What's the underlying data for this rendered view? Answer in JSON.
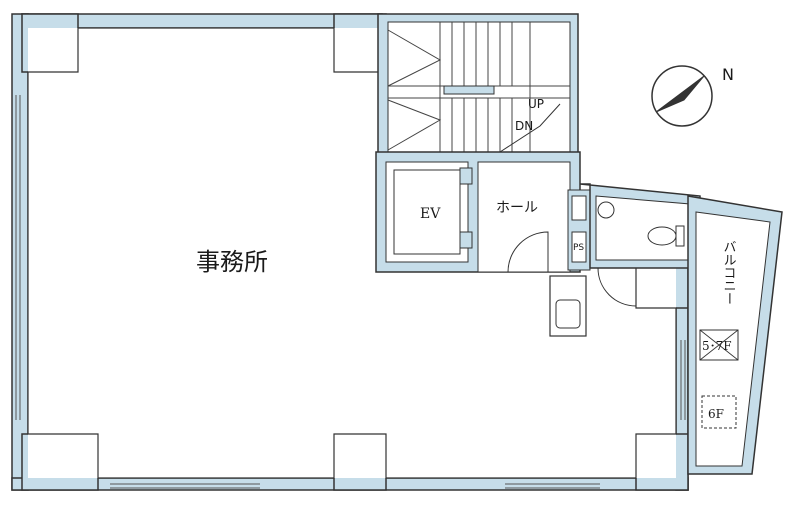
{
  "labels": {
    "office": "事務所",
    "elevator": "EV",
    "hall": "ホール",
    "stair_up": "UP",
    "stair_down": "DN",
    "pipe_space": "PS",
    "balcony": "バルコニー",
    "floors_57": "5･7F",
    "floor_6": "6F",
    "north": "N"
  },
  "colors": {
    "wall_fill": "#c6dde9",
    "wall_line": "#333333",
    "background": "#ffffff"
  }
}
